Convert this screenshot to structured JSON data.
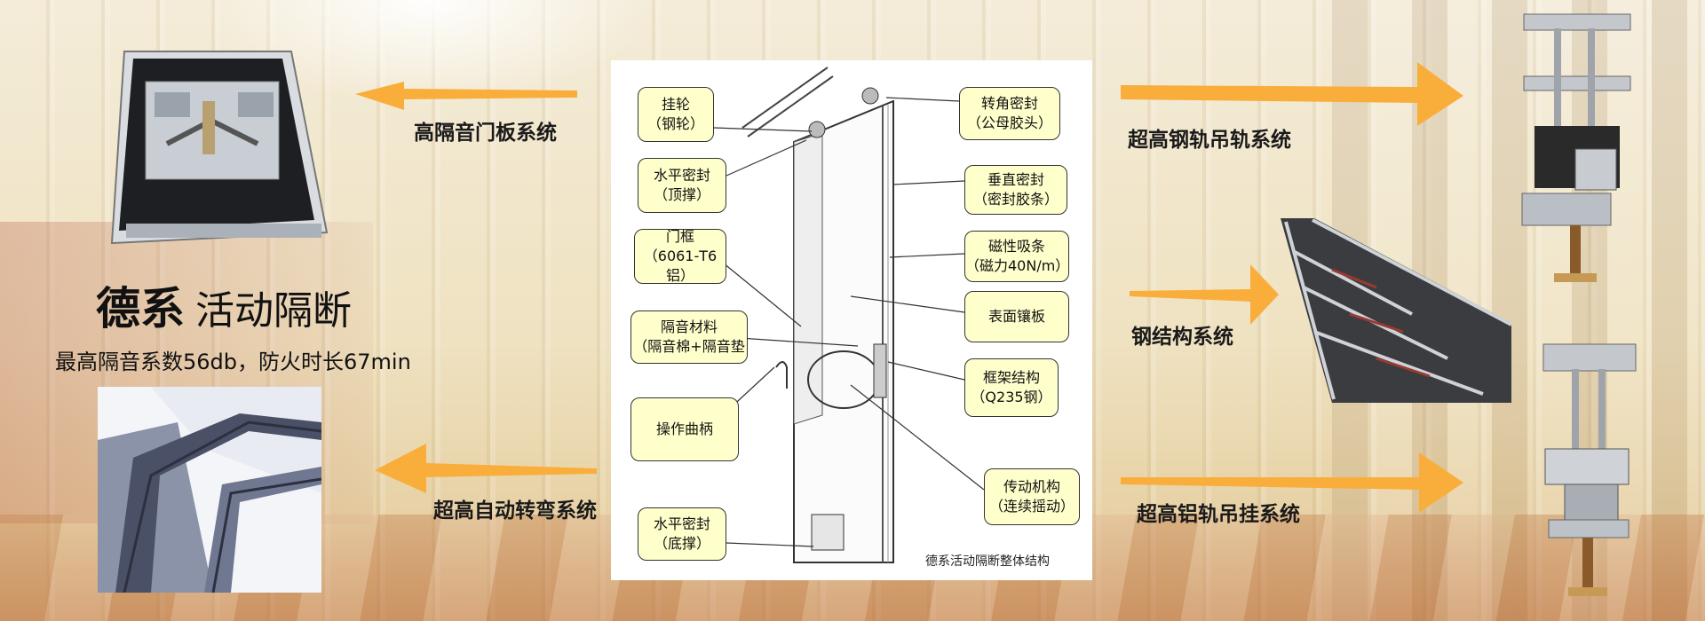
{
  "brand": {
    "title_bold": "德系",
    "title_rest": "活动隔断",
    "subtitle": "最高隔音系数56db，防火时长67min"
  },
  "systems": {
    "door_panel": "高隔音门板系统",
    "auto_turn": "超高自动转弯系统",
    "steel_rail": "超高钢轨吊轨系统",
    "steel_structure": "钢结构系统",
    "aluminum_rail": "超高铝轨吊挂系统"
  },
  "diagram": {
    "caption": "德系活动隔断整体结构",
    "callouts": [
      {
        "line1": "挂轮",
        "line2": "（钢轮）"
      },
      {
        "line1": "水平密封",
        "line2": "（顶撑）"
      },
      {
        "line1": "门框",
        "line2": "（6061-T6铝）"
      },
      {
        "line1": "隔音材料",
        "line2": "（隔音棉+隔音垫"
      },
      {
        "line1": "操作曲柄",
        "line2": ""
      },
      {
        "line1": "水平密封",
        "line2": "（底撑）"
      },
      {
        "line1": "转角密封",
        "line2": "（公母胶头）"
      },
      {
        "line1": "垂直密封",
        "line2": "（密封胶条）"
      },
      {
        "line1": "磁性吸条",
        "line2": "（磁力40N/m）"
      },
      {
        "line1": "表面镶板",
        "line2": ""
      },
      {
        "line1": "框架结构",
        "line2": "（Q235钢）"
      },
      {
        "line1": "传动机构",
        "line2": "（连续摇动）"
      }
    ]
  },
  "colors": {
    "arrow": "#f9ae3c",
    "callout_fill": "#ffffcc"
  }
}
